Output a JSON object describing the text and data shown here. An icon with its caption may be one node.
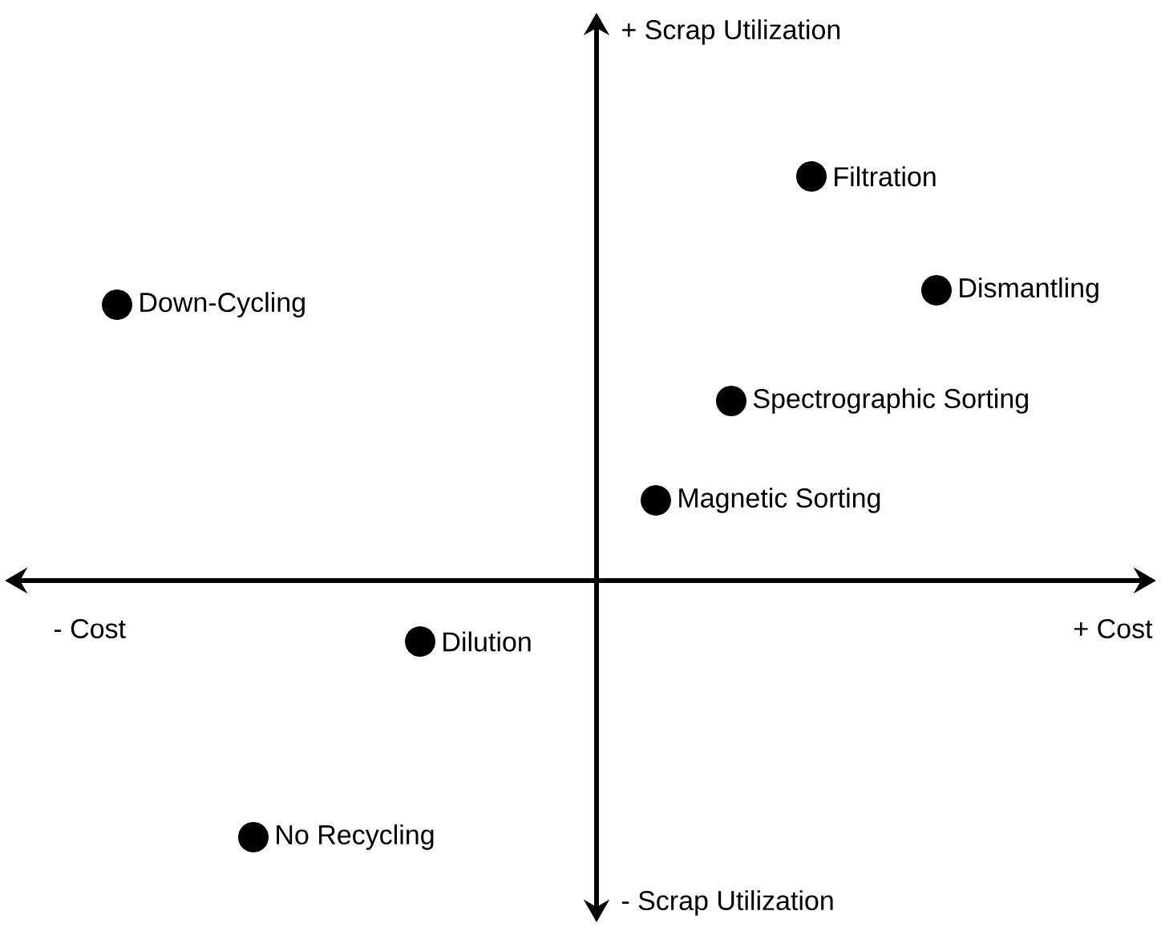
{
  "diagram": {
    "nodes": [
      {
        "text": [
          "Filtration"
        ]
      },
      {
        "text": [
          "Dismantling"
        ]
      },
      {
        "text": [
          "Down-Cycling"
        ]
      },
      {
        "text": [
          "Spectrographic Sorting"
        ]
      },
      {
        "text": [
          "Magnetic Sorting"
        ]
      },
      {
        "text": [
          "Dilution"
        ]
      },
      {
        "text": [
          "No Recycling"
        ]
      }
    ],
    "labels": [
      "+ Scrap Utilization",
      "- Cost",
      "+ Cost",
      "- Scrap Utilization"
    ]
  }
}
